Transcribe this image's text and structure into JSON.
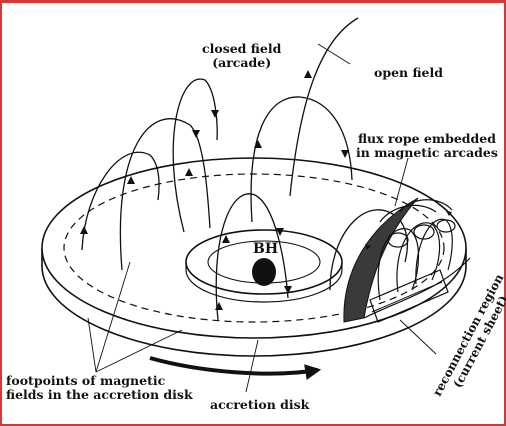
{
  "labels": {
    "closed_field": "closed field\n(arcade)",
    "open_field": "open field",
    "flux_rope": "flux rope embedded\nin magnetic arcades",
    "black_hole": "BH",
    "footpoints": "footpoints of magnetic\nfields in the accretion disk",
    "accretion_disk": "accretion disk",
    "reconnection": "reconnection region\n(current sheet)"
  },
  "colors": {
    "border": "#d23a3a",
    "ink": "#111111",
    "flux_rope_fill": "#3a3a3a"
  }
}
